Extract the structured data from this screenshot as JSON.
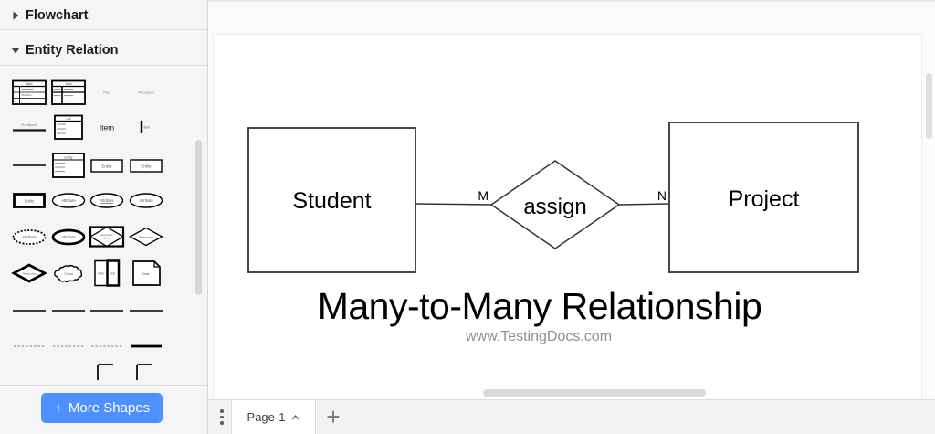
{
  "colors": {
    "accent_blue": "#4d90fe",
    "shape_stroke": "#333333",
    "watermark_gray": "#8f9091",
    "sidebar_bg": "#f4f5f6",
    "canvas_bg": "#fafbfc"
  },
  "sidebar": {
    "sections": [
      {
        "label": "Flowchart",
        "state": "collapsed"
      },
      {
        "label": "Entity Relation",
        "state": "expanded"
      }
    ],
    "shapes": [
      {
        "name": "table",
        "label": "Table"
      },
      {
        "name": "table-2",
        "label": "Table"
      },
      {
        "name": "row",
        "label": "Row"
      },
      {
        "name": "pk-row",
        "label": "PK uniqueId"
      },
      {
        "name": "pk-line",
        "label": "PK uniqueId"
      },
      {
        "name": "list",
        "label": "List"
      },
      {
        "name": "item-label",
        "label": "Item"
      },
      {
        "name": "item-bar",
        "label": "Item"
      },
      {
        "name": "link",
        "label": ""
      },
      {
        "name": "entity-table",
        "label": "Entity"
      },
      {
        "name": "entity",
        "label": "Entity"
      },
      {
        "name": "entity-2",
        "label": "Entity"
      },
      {
        "name": "entity-bold",
        "label": "Entity"
      },
      {
        "name": "attribute",
        "label": "Attribute"
      },
      {
        "name": "attribute-underline",
        "label": "Attribute"
      },
      {
        "name": "attribute-2",
        "label": "Attribute"
      },
      {
        "name": "attribute-dashed",
        "label": "Attribute"
      },
      {
        "name": "attribute-bold",
        "label": "Attribute"
      },
      {
        "name": "associative-entity",
        "label": "Associative",
        "label2": "Entity"
      },
      {
        "name": "relationship",
        "label": "Relationship"
      },
      {
        "name": "relationship-bold",
        "label": "Relationship"
      },
      {
        "name": "cloud",
        "label": "Cloud"
      },
      {
        "name": "vertical-table",
        "label": "main",
        "label2": "sub"
      },
      {
        "name": "note",
        "label": "Note"
      },
      {
        "name": "connector",
        "label": ""
      },
      {
        "name": "connector",
        "label": ""
      },
      {
        "name": "connector",
        "label": ""
      },
      {
        "name": "connector",
        "label": ""
      },
      {
        "name": "dashed-link",
        "label": ""
      },
      {
        "name": "dashed-link",
        "label": ""
      },
      {
        "name": "dashed-link",
        "label": ""
      },
      {
        "name": "bold-link",
        "label": ""
      },
      {
        "name": "blank",
        "label": ""
      },
      {
        "name": "blank",
        "label": ""
      },
      {
        "name": "elbow-link",
        "label": ""
      },
      {
        "name": "elbow-link",
        "label": ""
      }
    ],
    "more_shapes": {
      "plus": "+",
      "label": "More Shapes"
    }
  },
  "canvas": {
    "diagram": {
      "entity_left": "Student",
      "relationship": "assign",
      "entity_right": "Project",
      "cardinality_left": "M",
      "cardinality_right": "N",
      "title": "Many-to-Many Relationship",
      "watermark": "www.TestingDocs.com"
    }
  },
  "footer": {
    "page_tab": "Page-1",
    "add_page": "+"
  }
}
